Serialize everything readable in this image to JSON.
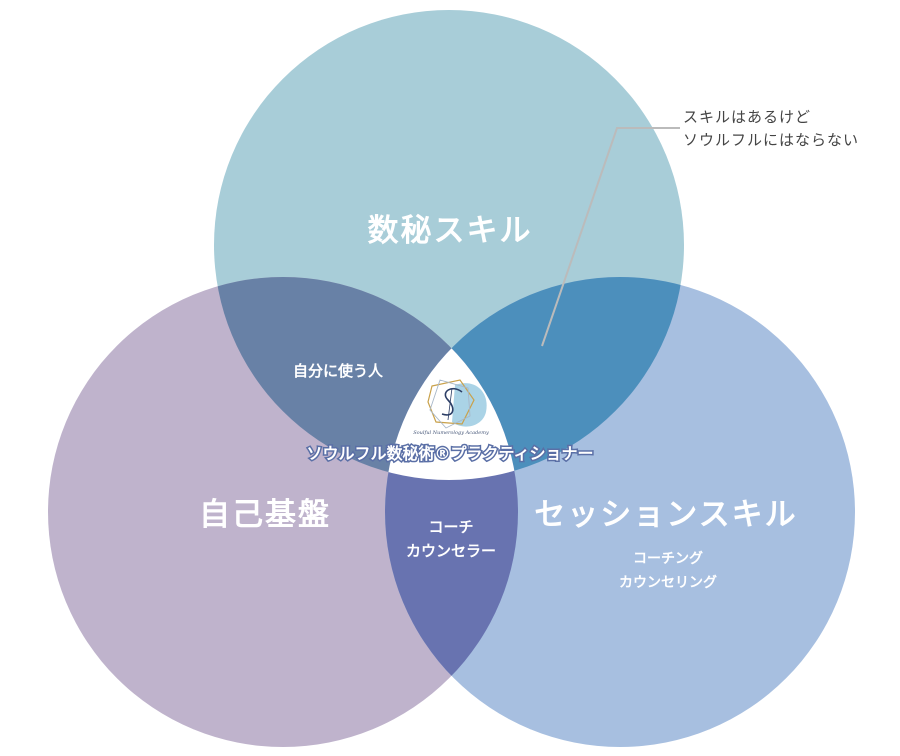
{
  "circles": {
    "top": {
      "label": "数秘スキル",
      "color": "#a8cdd8"
    },
    "left": {
      "label": "自己基盤",
      "color": "#bfb3cc"
    },
    "right": {
      "label": "セッションスキル",
      "sublabel": [
        "コーチング",
        "カウンセリング"
      ],
      "color": "#a7bfe0"
    }
  },
  "overlaps": {
    "top_left": {
      "label": "自分に使う人",
      "color": "#6881a6"
    },
    "top_right": {
      "color": "#4c8fbc"
    },
    "left_right": {
      "label": [
        "コーチ",
        "カウンセラー"
      ],
      "color": "#6873b0"
    }
  },
  "center": {
    "title": "ソウルフル数秘術®プラクティショナー",
    "logo_text": "Soulful Numerology Academy",
    "logo_icon": "soulful-s-logo"
  },
  "callout": {
    "lines": [
      "スキルはあるけど",
      "ソウルフルにはならない"
    ],
    "line_color": "#bbbbbb"
  }
}
